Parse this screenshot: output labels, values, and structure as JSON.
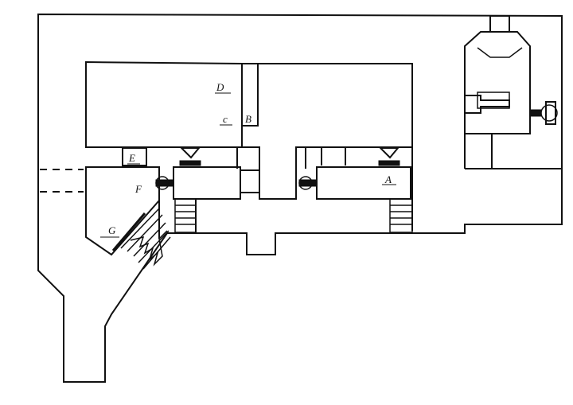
{
  "labels": {
    "A": "A",
    "B": "B",
    "C": "c",
    "D": "D",
    "E": "E",
    "F": "F",
    "G": "G"
  },
  "colors": {
    "ink": "#111111",
    "paper": "#ffffff"
  }
}
